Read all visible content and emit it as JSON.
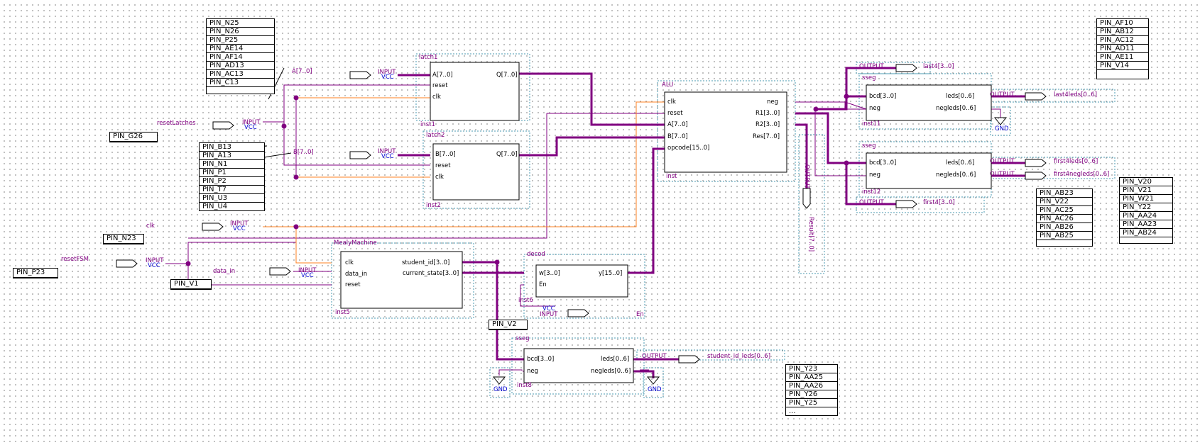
{
  "pin_tables": {
    "top": [
      "PIN_N25",
      "PIN_N26",
      "PIN_P25",
      "PIN_AE14",
      "PIN_AF14",
      "PIN_AD13",
      "PIN_AC13",
      "PIN_C13"
    ],
    "mid": [
      "PIN_B13",
      "PIN_A13",
      "PIN_N1",
      "PIN_P1",
      "PIN_P2",
      "PIN_T7",
      "PIN_U3",
      "PIN_U4"
    ],
    "right_top": [
      "PIN_AF10",
      "PIN_AB12",
      "PIN_AC12",
      "PIN_AD11",
      "PIN_AE11",
      "PIN_V14"
    ],
    "right_mid": [
      "PIN_AB23",
      "PIN_V22",
      "PIN_AC25",
      "PIN_AC26",
      "PIN_AB26",
      "PIN_AB25"
    ],
    "right_far": [
      "PIN_V20",
      "PIN_V21",
      "PIN_W21",
      "PIN_Y22",
      "PIN_AA24",
      "PIN_AA23",
      "PIN_AB24"
    ],
    "bottom": [
      "PIN_Y23",
      "PIN_AA25",
      "PIN_AA26",
      "PIN_Y26",
      "PIN_Y25",
      "..."
    ]
  },
  "pins": {
    "g26": "PIN_G26",
    "n23": "PIN_N23",
    "p23": "PIN_P23",
    "v1": "PIN_V1",
    "v2": "PIN_V2"
  },
  "io": {
    "a_in": "A[7..0]",
    "b_in": "B[7..0]",
    "reset_latches": "resetLatches",
    "clk": "clk",
    "reset_fsm": "resetFSM",
    "data_in": "data_in",
    "input": "INPUT",
    "vcc": "VCC",
    "output": "OUTPUT",
    "gnd": "GND",
    "last4": "last4[3..0]",
    "last4leds": "last4leds[0..6]",
    "first4leds": "first4leds[0..6]",
    "first4negleds": "first4negleds[0..6]",
    "first4": "first4[3..0]",
    "student_id_leds": "student_id_leds[0..6]",
    "result": "Result[7..0]",
    "en": "En"
  },
  "blocks": {
    "latch1": {
      "name": "latch1",
      "inst": "inst1",
      "a": "A[7..0]",
      "reset": "reset",
      "clk": "clk",
      "q": "Q[7..0]"
    },
    "latch2": {
      "name": "latch2",
      "inst": "inst2",
      "b": "B[7..0]",
      "reset": "reset",
      "clk": "clk",
      "q": "Q[7..0]"
    },
    "alu": {
      "name": "ALU",
      "inst": "inst",
      "clk": "clk",
      "reset": "reset",
      "a": "A[7..0]",
      "b": "B[7..0]",
      "opcode": "opcode[15..0]",
      "neg": "neg",
      "r1": "R1[3..0]",
      "r2": "R2[3..0]",
      "res": "Res[7..0]"
    },
    "sseg11": {
      "name": "sseg",
      "inst": "inst11",
      "bcd": "bcd[3..0]",
      "neg": "neg",
      "leds": "leds[0..6]",
      "negleds": "negleds[0..6]"
    },
    "sseg12": {
      "name": "sseg",
      "inst": "inst12",
      "bcd": "bcd[3..0]",
      "neg": "neg",
      "leds": "leds[0..6]",
      "negleds": "negleds[0..6]"
    },
    "mealy": {
      "name": "MealyMachine",
      "inst": "inst5",
      "clk": "clk",
      "data_in": "data_in",
      "reset": "reset",
      "student_id": "student_id[3..0]",
      "current_state": "current_state[3..0]"
    },
    "decod": {
      "name": "decod",
      "inst": "inst6",
      "w": "w[3..0]",
      "en": "En",
      "y": "y[15..0]"
    },
    "sseg8": {
      "name": "sseg",
      "inst": "inst8",
      "bcd": "bcd[3..0]",
      "neg": "neg",
      "leds": "leds[0..6]",
      "negleds": "negleds[0..6]"
    }
  }
}
